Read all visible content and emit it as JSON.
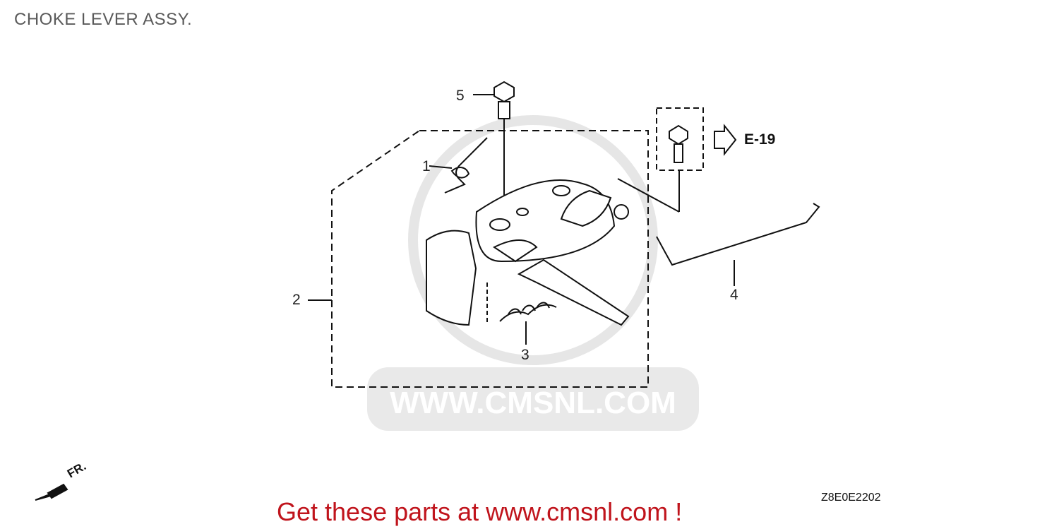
{
  "title": "CHOKE LEVER ASSY.",
  "callouts": [
    "1",
    "2",
    "3",
    "4",
    "5"
  ],
  "reference": "E-19",
  "direction_label": "FR.",
  "diagram_code": "Z8E0E2202",
  "promo_text": "Get these parts at www.cmsnl.com !",
  "watermark": "WWW.CMSNL.COM",
  "colors": {
    "promo": "#c0141c",
    "title": "#5a5a5a",
    "line": "#111111",
    "watermark": "#e3e3e3"
  }
}
